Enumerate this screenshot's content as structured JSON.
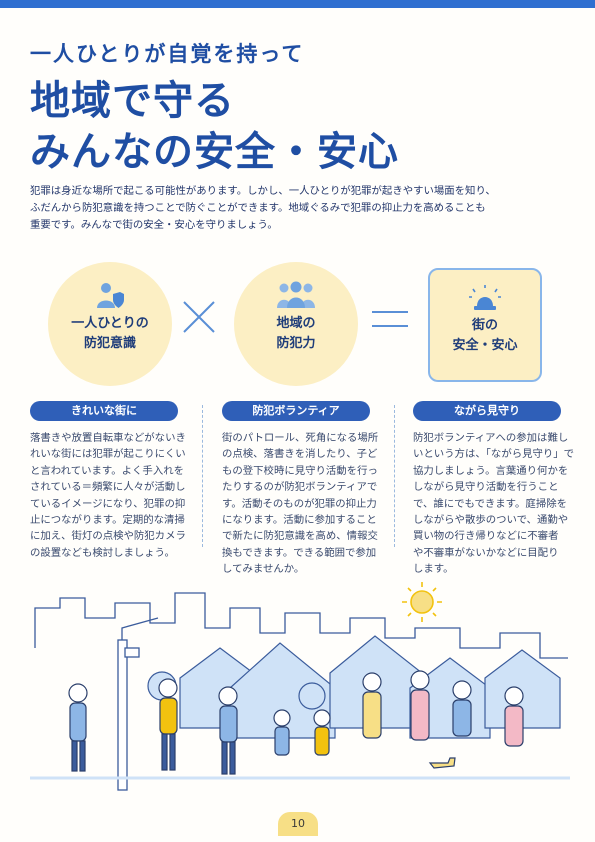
{
  "header": {
    "subtitle": "一人ひとりが自覚を持って",
    "title_line1": "地域で守る",
    "title_line2": "みんなの安全・安心"
  },
  "intro": {
    "line1": "犯罪は身近な場所で起こる可能性があります。しかし、一人ひとりが犯罪が起きやすい場面を知り、",
    "line2": "ふだんから防犯意識を持つことで防ぐことができます。地域ぐるみで犯罪の抑止力を高めることも",
    "line3": "重要です。みんなで街の安全・安心を守りましょう。"
  },
  "equation": {
    "left_line1": "一人ひとりの",
    "left_line2": "防犯意識",
    "times_symbol": "×",
    "middle_line1": "地域の",
    "middle_line2": "防犯力",
    "equals_symbol": "＝",
    "right_line1": "街の",
    "right_line2": "安全・安心",
    "icons": [
      "shield-person-icon",
      "community-icon",
      "siren-icon"
    ]
  },
  "columns": [
    {
      "heading": "きれいな街に",
      "lines": [
        "落書きや放置自転車などがないき",
        "れいな街には犯罪が起こりにくい",
        "と言われています。よく手入れを",
        "されている＝頻繁に人々が活動し",
        "ているイメージになり、犯罪の抑",
        "止につながります。定期的な清掃",
        "に加え、街灯の点検や防犯カメラ",
        "の設置なども検討しましょう。"
      ]
    },
    {
      "heading": "防犯ボランティア",
      "lines": [
        "街のパトロール、死角になる場所",
        "の点検、落書きを消したり、子ど",
        "もの登下校時に見守り活動を行っ",
        "たりするのが防犯ボランティアで",
        "す。活動そのものが犯罪の抑止力",
        "になります。活動に参加すること",
        "で新たに防犯意識を高め、情報交",
        "換もできます。できる範囲で参加",
        "してみませんか。"
      ]
    },
    {
      "heading": "ながら見守り",
      "lines": [
        "防犯ボランティアへの参加は難し",
        "いという方は、「ながら見守り」で",
        "協力しましょう。言葉通り何かを",
        "しながら見守り活動を行うこと",
        "で、誰にでもできます。庭掃除を",
        "しながらや散歩のついで、通勤や",
        "買い物の行き帰りなどに不審者",
        "や不審車がないかなどに目配り",
        "します。"
      ]
    }
  ],
  "page_number": "10",
  "colors": {
    "primary_blue": "#1f4ea3",
    "accent_blue": "#2f6fd0",
    "light_blue": "#cfe2f7",
    "cream": "#fcefc4",
    "yellow": "#f7df86"
  }
}
